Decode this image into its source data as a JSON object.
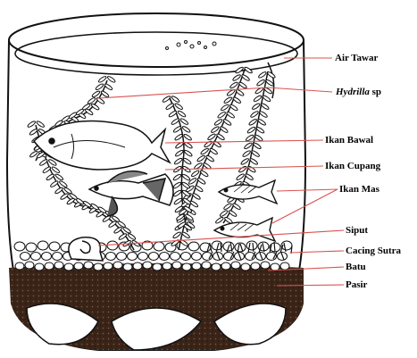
{
  "labels": {
    "air_tawar": "Air Tawar",
    "hydrilla_genus": "Hydrilla",
    "hydrilla_suffix": " sp",
    "ikan_bawal": "Ikan Bawal",
    "ikan_cupang": "Ikan Cupang",
    "ikan_mas": "Ikan Mas",
    "siput": "Siput",
    "cacing_sutra": "Cacing Sutra",
    "batu": "Batu",
    "pasir": "Pasir"
  },
  "colors": {
    "label_line": "#d9534f",
    "ink": "#111111",
    "sand": "#3a2418"
  }
}
